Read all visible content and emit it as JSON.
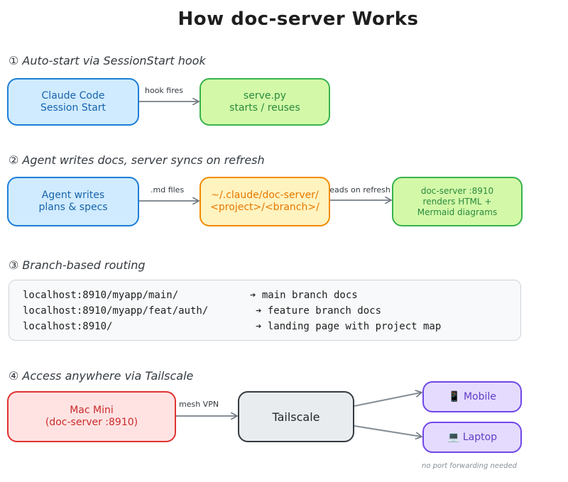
{
  "title": "How doc-server Works",
  "steps": {
    "s1": "① Auto-start via SessionStart hook",
    "s2": "② Agent writes docs, server syncs on refresh",
    "s3": "③ Branch-based routing",
    "s4": "④ Access anywhere via Tailscale"
  },
  "nodes": {
    "claude_session": "Claude Code\nSession Start",
    "serve_py": "serve.py\nstarts / reuses",
    "agent_writes": "Agent writes\nplans & specs",
    "doc_path": "~/.claude/doc-server/\n<project>/<branch>/",
    "doc_server": "doc-server :8910\nrenders HTML +\nMermaid diagrams",
    "mac_mini": "Mac Mini\n(doc-server :8910)",
    "tailscale": "Tailscale",
    "mobile": "📱 Mobile",
    "laptop": "💻 Laptop"
  },
  "edges": {
    "hook_fires": "hook fires",
    "md_files": ".md files",
    "reads_on_refresh": "reads on refresh",
    "mesh_vpn": "mesh VPN"
  },
  "routing": [
    {
      "url": "localhost:8910/myapp/main/",
      "desc": "➔ main branch docs"
    },
    {
      "url": "localhost:8910/myapp/feat/auth/",
      "desc": "➔ feature branch docs"
    },
    {
      "url": "localhost:8910/",
      "desc": "➔ landing page with project map"
    }
  ],
  "note": "no port forwarding needed",
  "colors": {
    "blue": "#1c7ed6",
    "green": "#37b24d",
    "yellow": "#f08c00",
    "red": "#e03131",
    "gray": "#343a40",
    "violet": "#7048e8",
    "arrow": "#868e96"
  }
}
